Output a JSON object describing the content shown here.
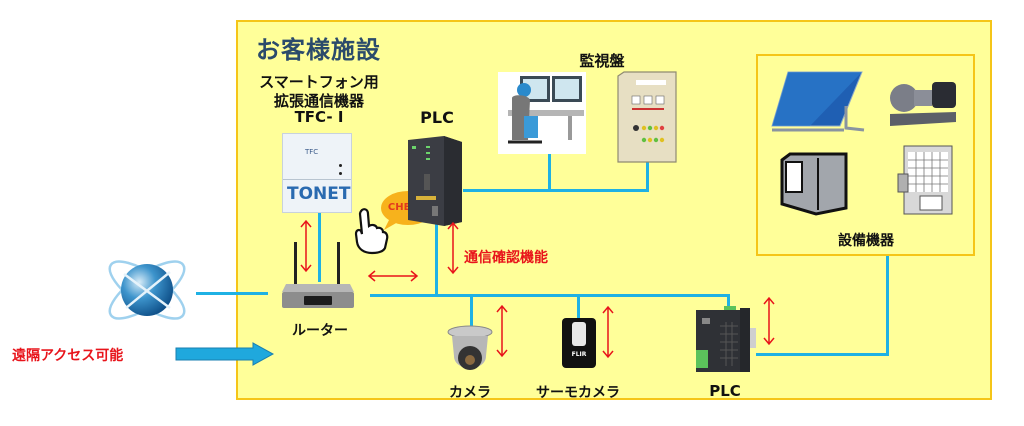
{
  "diagram": {
    "facility_title": "お客様施設",
    "labels": {
      "tfc_line1": "スマートフォン用",
      "tfc_line2": "拡張通信機器",
      "tfc_line3": "TFC- I",
      "plc_top": "PLC",
      "monitor": "監視盤",
      "equipment": "設備機器",
      "router": "ルーター",
      "camera": "カメラ",
      "thermo_camera": "サーモカメラ",
      "plc_bottom": "PLC"
    },
    "annotations": {
      "check_bubble": "CHECK!",
      "comm_check": "通信確認機能",
      "remote_access": "遠隔アクセス可能"
    },
    "device_text": {
      "tfc_brand_small": "TFC",
      "tonet_logo": "TONET",
      "flir_logo": "FLIR"
    },
    "colors": {
      "facility_bg": "#ffff99",
      "facility_border": "#f5c518",
      "network_line": "#1fb1e4",
      "arrow_red": "#e8141b",
      "title_color": "#2b4b6b"
    }
  }
}
